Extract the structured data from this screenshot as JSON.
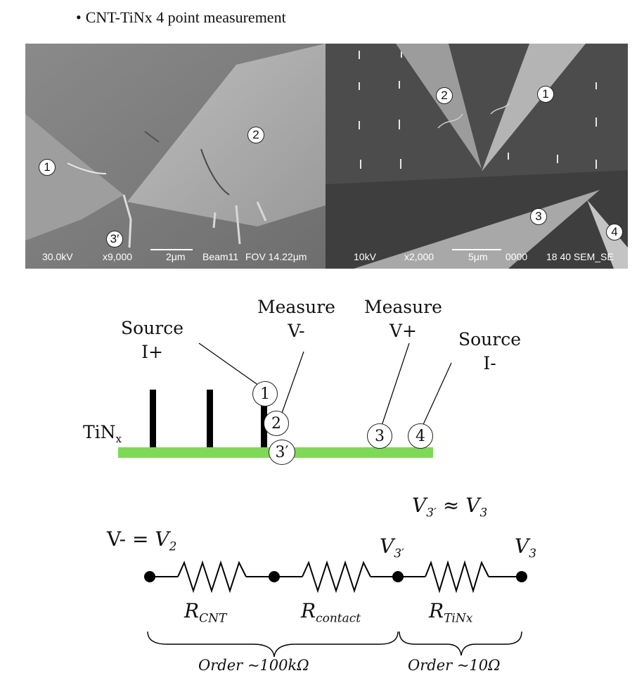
{
  "title": {
    "bullet": "•",
    "text": "CNT-TiNx 4 point measurement"
  },
  "sem_left": {
    "kv": "30.0kV",
    "mag": "x9,000",
    "scale": "2μm",
    "beam": "Beam11",
    "fov": "FOV 14.22μm",
    "labels": [
      "1",
      "2",
      "3′"
    ]
  },
  "sem_right": {
    "kv": "10kV",
    "mag": "x2,000",
    "scale": "5μm",
    "code": "0000",
    "tag": "18 40 SEM_SE",
    "labels": [
      "2",
      "1",
      "3",
      "4"
    ]
  },
  "schematic": {
    "source_plus": [
      "Source",
      "I+"
    ],
    "measure_minus": [
      "Measure",
      "V-"
    ],
    "measure_plus": [
      "Measure",
      "V+"
    ],
    "source_minus": [
      "Source",
      "I-"
    ],
    "substrate_label": "TiN",
    "substrate_sub": "x",
    "probes": [
      "1",
      "2",
      "3′",
      "3",
      "4"
    ],
    "substrate_color": "#7ed957"
  },
  "circuit": {
    "approx_lhs": "V",
    "approx_lhs_sub": "3′",
    "approx_sym": "≈",
    "approx_rhs": "V",
    "approx_rhs_sub": "3",
    "vminus_prefix": "V- = ",
    "v2": "V",
    "v2_sub": "2",
    "v3p": "V",
    "v3p_sub": "3′",
    "v3": "V",
    "v3_sub": "3",
    "r_cnt": "R",
    "r_cnt_sub": "CNT",
    "r_contact": "R",
    "r_contact_sub": "contact",
    "r_tinx": "R",
    "r_tinx_sub": "TiNx",
    "order_left": "Order ~100kΩ",
    "order_right": "Order ~10Ω"
  }
}
